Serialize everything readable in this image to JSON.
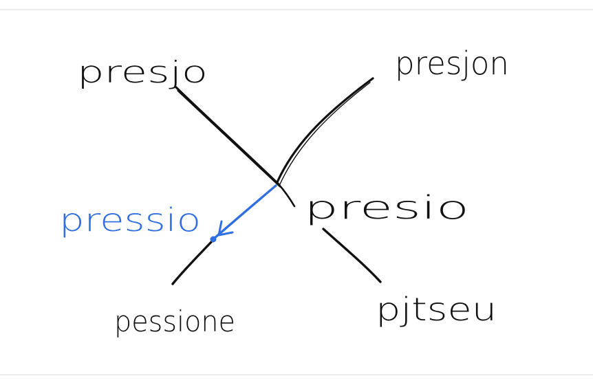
{
  "labels": {
    "top_left": "presjo",
    "top_right": "presjon",
    "center_right": "presio",
    "center_left": "pressio",
    "bottom_left": "pessione",
    "bottom_right": "pjtseu"
  },
  "colors": {
    "ink": "#111111",
    "highlight": "#2f6fe0"
  }
}
